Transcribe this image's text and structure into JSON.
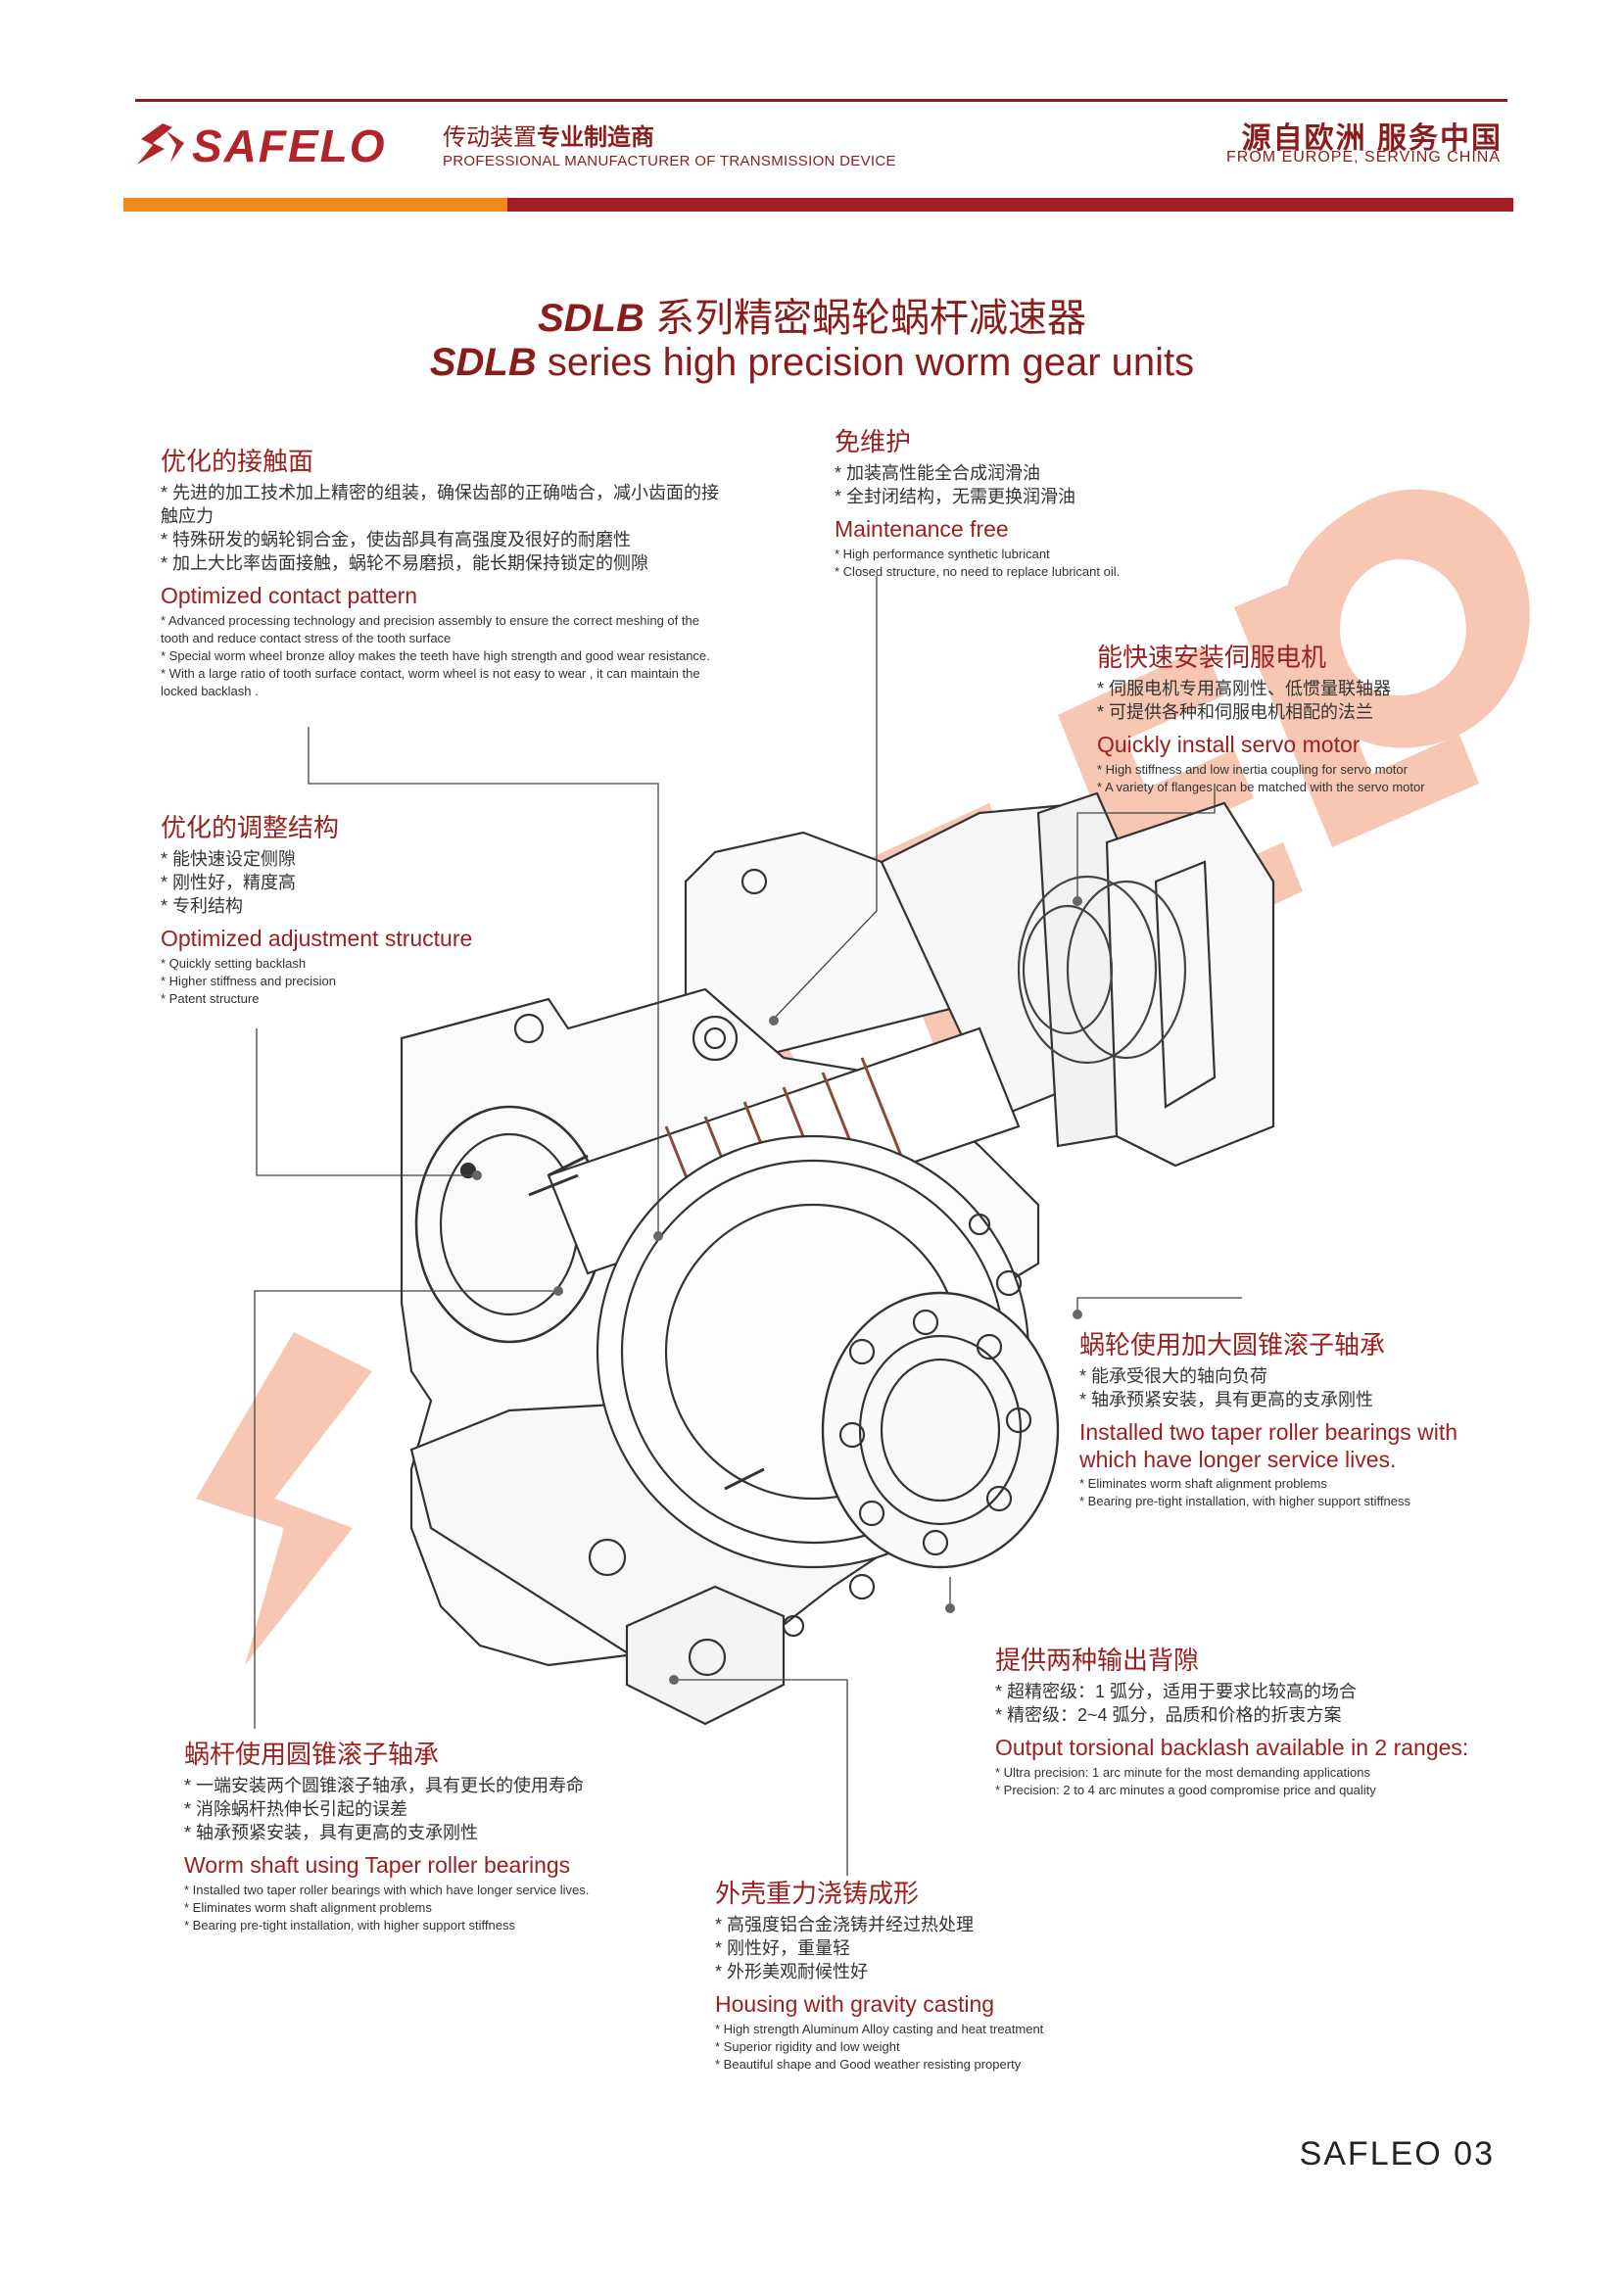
{
  "header": {
    "logo_text": "SAFELO",
    "tagline_cn_plain": "传动装置",
    "tagline_cn_bold": "专业制造商",
    "tagline_en": "PROFESSIONAL MANUFACTURER OF TRANSMISSION DEVICE",
    "slogan_cn": "源自欧洲  服务中国",
    "slogan_en": "FROM EUROPE, SERVING CHINA"
  },
  "title": {
    "cn_model": "SDLB",
    "cn_text": " 系列精密蜗轮蜗杆减速器",
    "en_model": "SDLB",
    "en_text": " series high precision worm gear units"
  },
  "features": {
    "contact": {
      "title_cn": "优化的接触面",
      "items_cn": [
        "先进的加工技术加上精密的组装，确保齿部的正确啮合，减小齿面的接触应力",
        "特殊研发的蜗轮铜合金，使齿部具有高强度及很好的耐磨性",
        "加上大比率齿面接触，蜗轮不易磨损，能长期保持锁定的侧隙"
      ],
      "title_en": "Optimized contact pattern",
      "items_en": [
        "Advanced processing technology and precision assembly to ensure the correct meshing of the tooth and reduce   contact stress of the tooth surface",
        "Special worm wheel bronze alloy makes the teeth have high strength and good wear resistance.",
        "With a large ratio of tooth surface contact, worm wheel is not easy to wear , it can maintain the locked backlash ."
      ]
    },
    "maintenance": {
      "title_cn": "免维护",
      "items_cn": [
        "加装高性能全合成润滑油",
        "全封闭结构，无需更换润滑油"
      ],
      "title_en": "Maintenance free",
      "items_en": [
        "High performance synthetic lubricant",
        "Closed structure, no need to replace lubricant oil."
      ]
    },
    "servo": {
      "title_cn": "能快速安装伺服电机",
      "items_cn": [
        "伺服电机专用高刚性、低惯量联轴器",
        "可提供各种和伺服电机相配的法兰"
      ],
      "title_en": "Quickly install servo motor",
      "items_en": [
        "High stiffness and low inertia coupling for servo motor",
        "A variety of flanges can be matched with the servo motor"
      ]
    },
    "adjustment": {
      "title_cn": "优化的调整结构",
      "items_cn": [
        "能快速设定侧隙",
        "刚性好，精度高",
        "专利结构"
      ],
      "title_en": "Optimized adjustment structure",
      "items_en": [
        "Quickly setting backlash",
        "Higher stiffness and precision",
        "Patent structure"
      ]
    },
    "wheel_bearing": {
      "title_cn": "蜗轮使用加大圆锥滚子轴承",
      "items_cn": [
        "能承受很大的轴向负荷",
        "轴承预紧安装，具有更高的支承刚性"
      ],
      "title_en": "Installed two taper roller bearings with which have longer service lives.",
      "items_en": [
        "Eliminates worm shaft alignment problems",
        "Bearing pre-tight installation, with higher support stiffness"
      ]
    },
    "backlash": {
      "title_cn": "提供两种输出背隙",
      "items_cn": [
        "超精密级：1 弧分，适用于要求比较高的场合",
        "精密级：2~4 弧分，品质和价格的折衷方案"
      ],
      "title_en": "Output torsional backlash available in 2 ranges:",
      "items_en": [
        "Ultra precision: 1 arc minute for the most demanding applications",
        "Precision: 2 to 4 arc minutes a good compromise price and quality"
      ]
    },
    "worm_bearing": {
      "title_cn": "蜗杆使用圆锥滚子轴承",
      "items_cn": [
        "一端安装两个圆锥滚子轴承，具有更长的使用寿命",
        "消除蜗杆热伸长引起的误差",
        "轴承预紧安装，具有更高的支承刚性"
      ],
      "title_en": "Worm shaft using Taper roller bearings",
      "items_en": [
        "Installed two taper roller bearings with which have longer service lives.",
        "Eliminates worm shaft alignment problems",
        "Bearing pre-tight installation, with higher support stiffness"
      ]
    },
    "housing": {
      "title_cn": "外壳重力浇铸成形",
      "items_cn": [
        "高强度铝合金浇铸并经过热处理",
        "刚性好，重量轻",
        "外形美观耐候性好"
      ],
      "title_en": "Housing with gravity casting",
      "items_en": [
        "High strength Aluminum Alloy casting and heat treatment",
        "Superior rigidity and low weight",
        "Beautiful shape and Good weather resisting property"
      ]
    }
  },
  "footer": {
    "page_label": "SAFLEO  03"
  },
  "colors": {
    "brand_red": "#8b1c1c",
    "accent_orange": "#f08a1f",
    "watermark": "#f4b49a"
  },
  "icons": {
    "logo": "safelo-logo-icon",
    "watermark": "safelo-watermark"
  }
}
